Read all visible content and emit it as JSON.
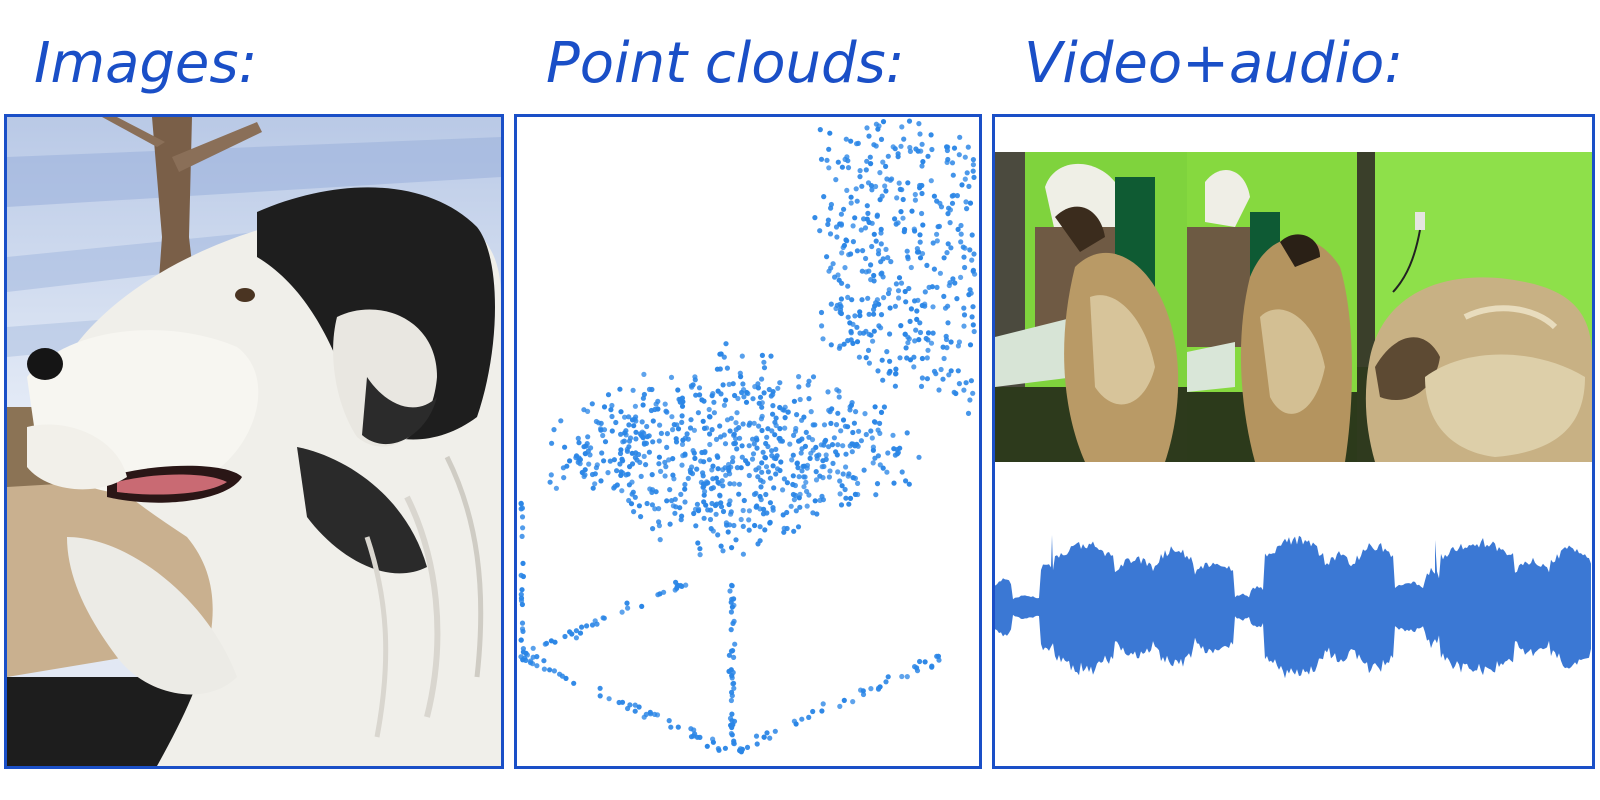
{
  "headings": {
    "images": "Images:",
    "point_clouds": "Point clouds:",
    "video_audio": "Video+audio:"
  },
  "colors": {
    "heading": "#1a4fc7",
    "frame": "#1a4fc7",
    "points": "#2b86e6",
    "waveform": "#3b78d4"
  },
  "content": {
    "images": "photo of a black-and-white dog looking out a window",
    "point_clouds": "point cloud of a chair",
    "video": "three video frames of a small long-haired dog against a green wall",
    "audio": "audio waveform"
  }
}
